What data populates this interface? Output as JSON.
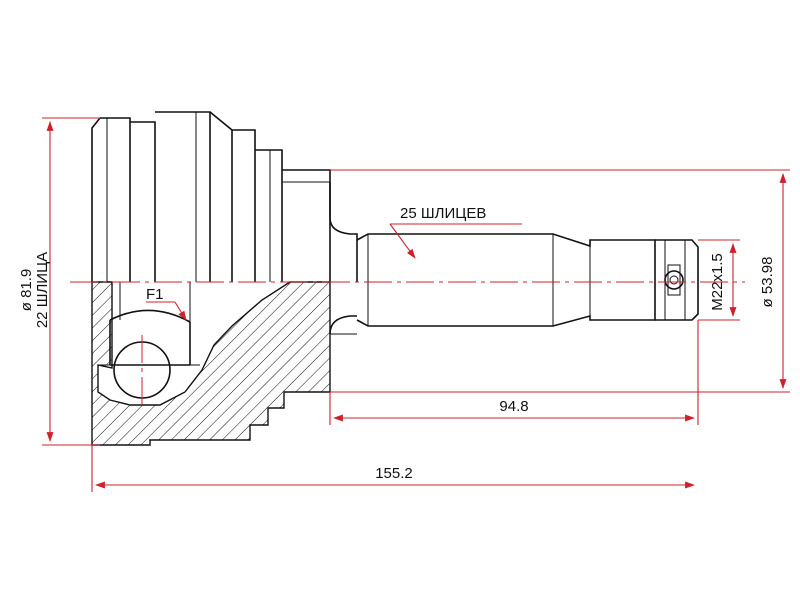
{
  "labels": {
    "spline_outer": "22 ШЛИЦА",
    "diameter_outer": "ø 81.9",
    "spline_shaft": "25 ШЛИЦЕВ",
    "ref_f1": "F1",
    "thread": "M22x1.5",
    "diameter_shaft": "ø 53.98",
    "length_shaft": "94.8",
    "length_total": "155.2"
  },
  "colors": {
    "dimension_lines": "#d0202a",
    "drawing": "#111111"
  }
}
